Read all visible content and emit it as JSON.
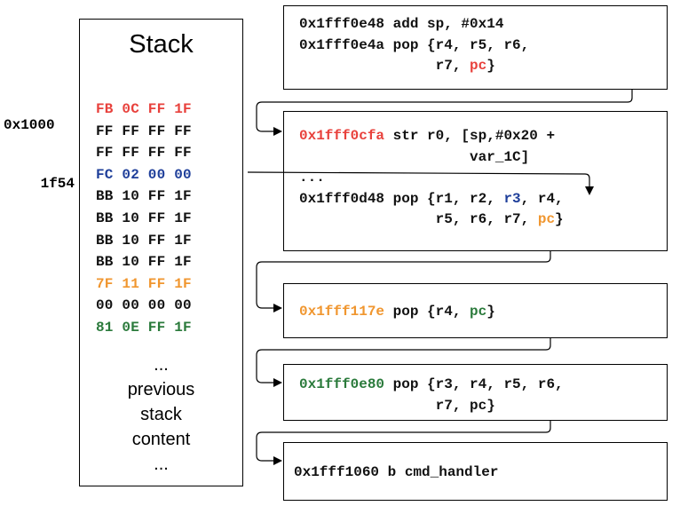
{
  "colors": {
    "red": "#e8413c",
    "blue": "#1f3f9a",
    "orange": "#f0962f",
    "green": "#2a7a3b",
    "black": "#111111"
  },
  "stack": {
    "title": "Stack",
    "address_lines": [
      "0x1000",
      "1f54"
    ],
    "rows": [
      {
        "text": "FB 0C FF 1F",
        "color": "red"
      },
      {
        "text": "FF FF FF FF",
        "color": "black"
      },
      {
        "text": "FF FF FF FF",
        "color": "black"
      },
      {
        "text": "FC 02 00 00",
        "color": "blue"
      },
      {
        "text": "BB 10 FF 1F",
        "color": "black"
      },
      {
        "text": "BB 10 FF 1F",
        "color": "black"
      },
      {
        "text": "BB 10 FF 1F",
        "color": "black"
      },
      {
        "text": "BB 10 FF 1F",
        "color": "black"
      },
      {
        "text": "7F 11 FF 1F",
        "color": "orange"
      },
      {
        "text": "00 00 00 00",
        "color": "black"
      },
      {
        "text": "81 0E FF 1F",
        "color": "green"
      }
    ],
    "tail_lines": [
      "...",
      "previous",
      "stack",
      "content",
      "..."
    ]
  },
  "gadgets": [
    {
      "lines": [
        [
          {
            "t": "0x1fff0e48 add sp, #0x14",
            "c": "black"
          }
        ],
        [
          {
            "t": "0x1fff0e4a pop {r4, r5, r6,",
            "c": "black"
          }
        ],
        [
          {
            "t": "                r7, ",
            "c": "black"
          },
          {
            "t": "pc",
            "c": "red"
          },
          {
            "t": "}",
            "c": "black"
          }
        ]
      ]
    },
    {
      "lines": [
        [
          {
            "t": "0x1fff0cfa",
            "c": "red"
          },
          {
            "t": " str r0, [sp,#0x20 +",
            "c": "black"
          }
        ],
        [
          {
            "t": "                    var_1C]",
            "c": "black"
          }
        ],
        [
          {
            "t": "...",
            "c": "black"
          }
        ],
        [
          {
            "t": "0x1fff0d48 pop {r1, r2, ",
            "c": "black"
          },
          {
            "t": "r3",
            "c": "blue"
          },
          {
            "t": ", r4,",
            "c": "black"
          }
        ],
        [
          {
            "t": "                r5, r6, r7, ",
            "c": "black"
          },
          {
            "t": "pc",
            "c": "orange"
          },
          {
            "t": "}",
            "c": "black"
          }
        ]
      ]
    },
    {
      "lines": [
        [
          {
            "t": "0x1fff117e",
            "c": "orange"
          },
          {
            "t": " pop {r4, ",
            "c": "black"
          },
          {
            "t": "pc",
            "c": "green"
          },
          {
            "t": "}",
            "c": "black"
          }
        ]
      ]
    },
    {
      "lines": [
        [
          {
            "t": "0x1fff0e80",
            "c": "green"
          },
          {
            "t": " pop {r3, r4, r5, r6,",
            "c": "black"
          }
        ],
        [
          {
            "t": "                r7, pc}",
            "c": "black"
          }
        ]
      ]
    },
    {
      "lines": [
        [
          {
            "t": "0x1fff1060 b cmd_handler",
            "c": "black"
          }
        ]
      ]
    }
  ]
}
